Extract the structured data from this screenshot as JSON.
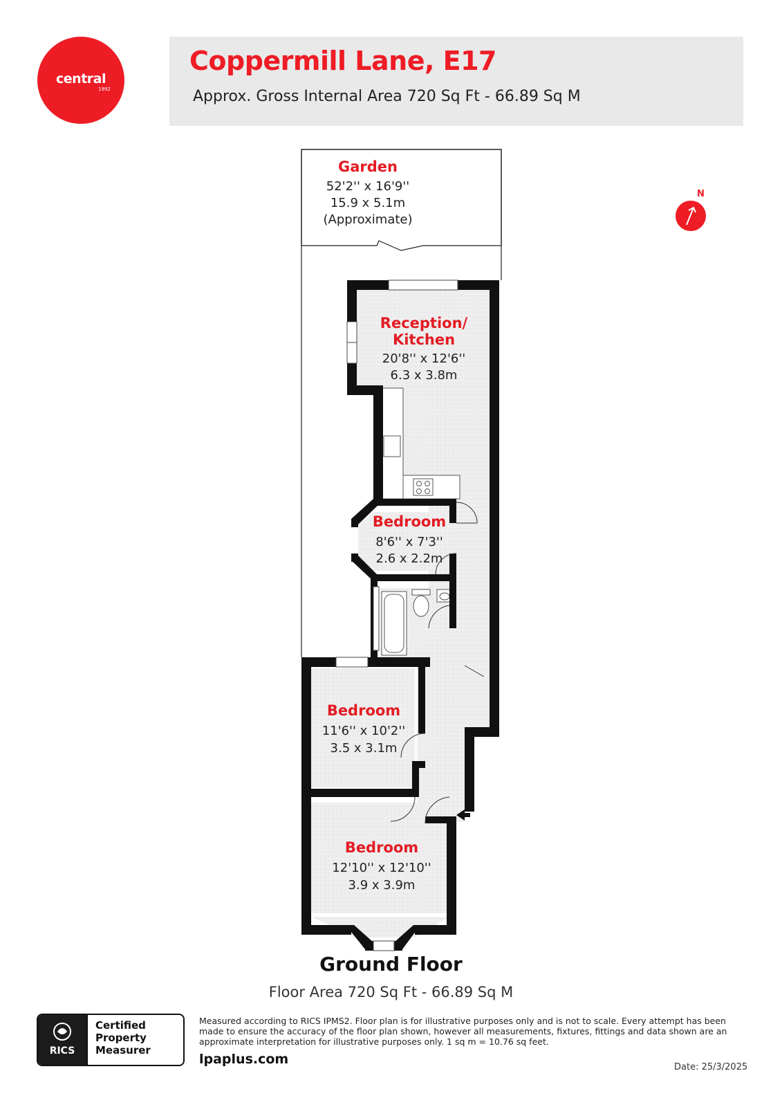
{
  "brand": {
    "logo_text": "central",
    "logo_year": "1992",
    "color": "#ee1c25"
  },
  "header": {
    "title": "Coppermill Lane, E17",
    "subtitle": "Approx. Gross Internal Area 720 Sq Ft - 66.89 Sq M"
  },
  "rooms": {
    "garden": {
      "name": "Garden",
      "imperial": "52'2'' x 16'9''",
      "metric": "15.9 x 5.1m",
      "note": "(Approximate)"
    },
    "reception": {
      "name_line1": "Reception/",
      "name_line2": "Kitchen",
      "imperial": "20'8'' x 12'6''",
      "metric": "6.3 x 3.8m"
    },
    "bedroom_small": {
      "name": "Bedroom",
      "imperial": "8'6'' x 7'3''",
      "metric": "2.6 x 2.2m"
    },
    "bedroom_middle": {
      "name": "Bedroom",
      "imperial": "11'6'' x 10'2''",
      "metric": "3.5 x 3.1m"
    },
    "bedroom_front": {
      "name": "Bedroom",
      "imperial": "12'10'' x 12'10''",
      "metric": "3.9 x 3.9m"
    }
  },
  "compass": {
    "label": "N",
    "icon": "north-arrow-icon"
  },
  "floor": {
    "title": "Ground Floor",
    "area": "Floor Area 720 Sq Ft - 66.89 Sq M"
  },
  "footer": {
    "rics_text": "RICS",
    "certified_line1": "Certified",
    "certified_line2": "Property",
    "certified_line3": "Measurer",
    "disclaimer": "Measured according to RICS IPMS2. Floor plan is for illustrative purposes only and is not to scale. Every attempt has been made to ensure the accuracy of the floor plan shown, however all measurements, fixtures, fittings and data shown are an approximate interpretation for illustrative purposes only. 1 sq m = 10.76 sq feet.",
    "website": "lpaplus.com",
    "date": "Date: 25/3/2025"
  }
}
